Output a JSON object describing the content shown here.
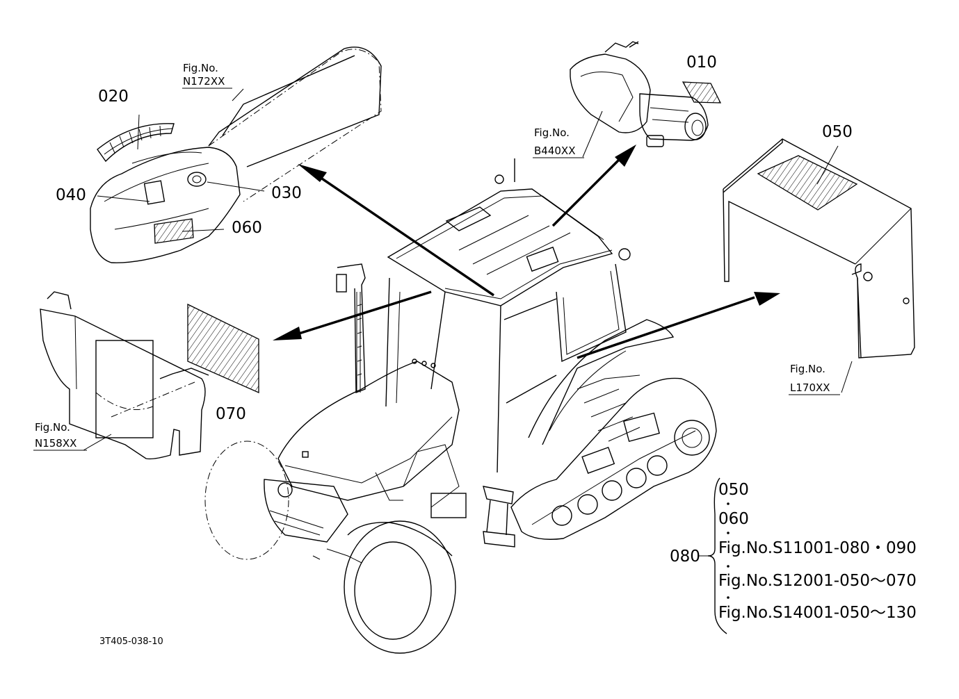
{
  "diagram_id": "3T405-038-10",
  "callouts": {
    "c010": "010",
    "c020": "020",
    "c030": "030",
    "c040": "040",
    "c050": "050",
    "c060": "060",
    "c070": "070",
    "c080": "080"
  },
  "fig_refs": {
    "n172": {
      "label": "Fig.No.",
      "code": "N172XX"
    },
    "b440": {
      "label": "Fig.No.",
      "code": "B440XX"
    },
    "l170": {
      "label": "Fig.No.",
      "code": "L170XX"
    },
    "n158": {
      "label": "Fig.No.",
      "code": "N158XX"
    }
  },
  "bracket_list": {
    "items": [
      "050",
      "060",
      "Fig.No.S11001-080・090",
      "Fig.No.S12001-050～070",
      "Fig.No.S14001-050～130"
    ]
  }
}
